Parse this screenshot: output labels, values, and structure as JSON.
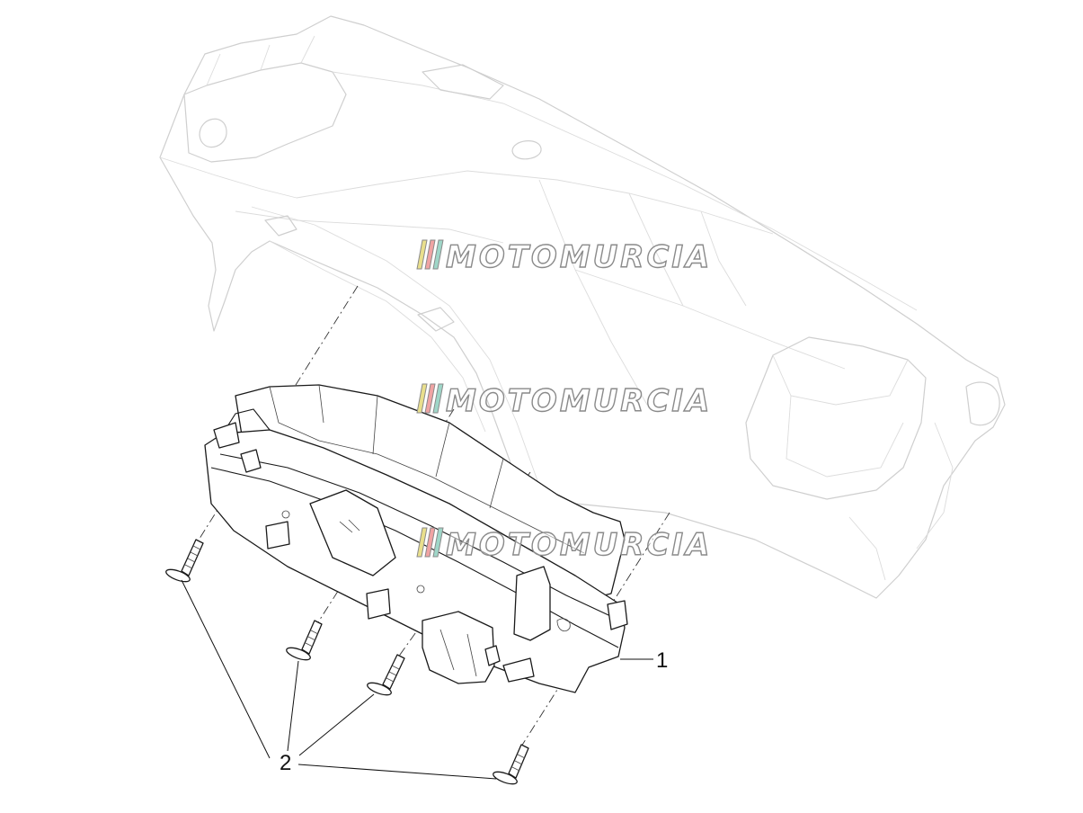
{
  "callouts": {
    "part_1": "1",
    "part_2": "2"
  },
  "watermark": {
    "text": "MOTOMURCIA",
    "stripe_colors": [
      "#e9df8c",
      "#f0a3a3",
      "#9fd6c8"
    ]
  },
  "colors": {
    "ghost_outline": "#cfcfcf",
    "part_outline": "#1a1a1a"
  }
}
